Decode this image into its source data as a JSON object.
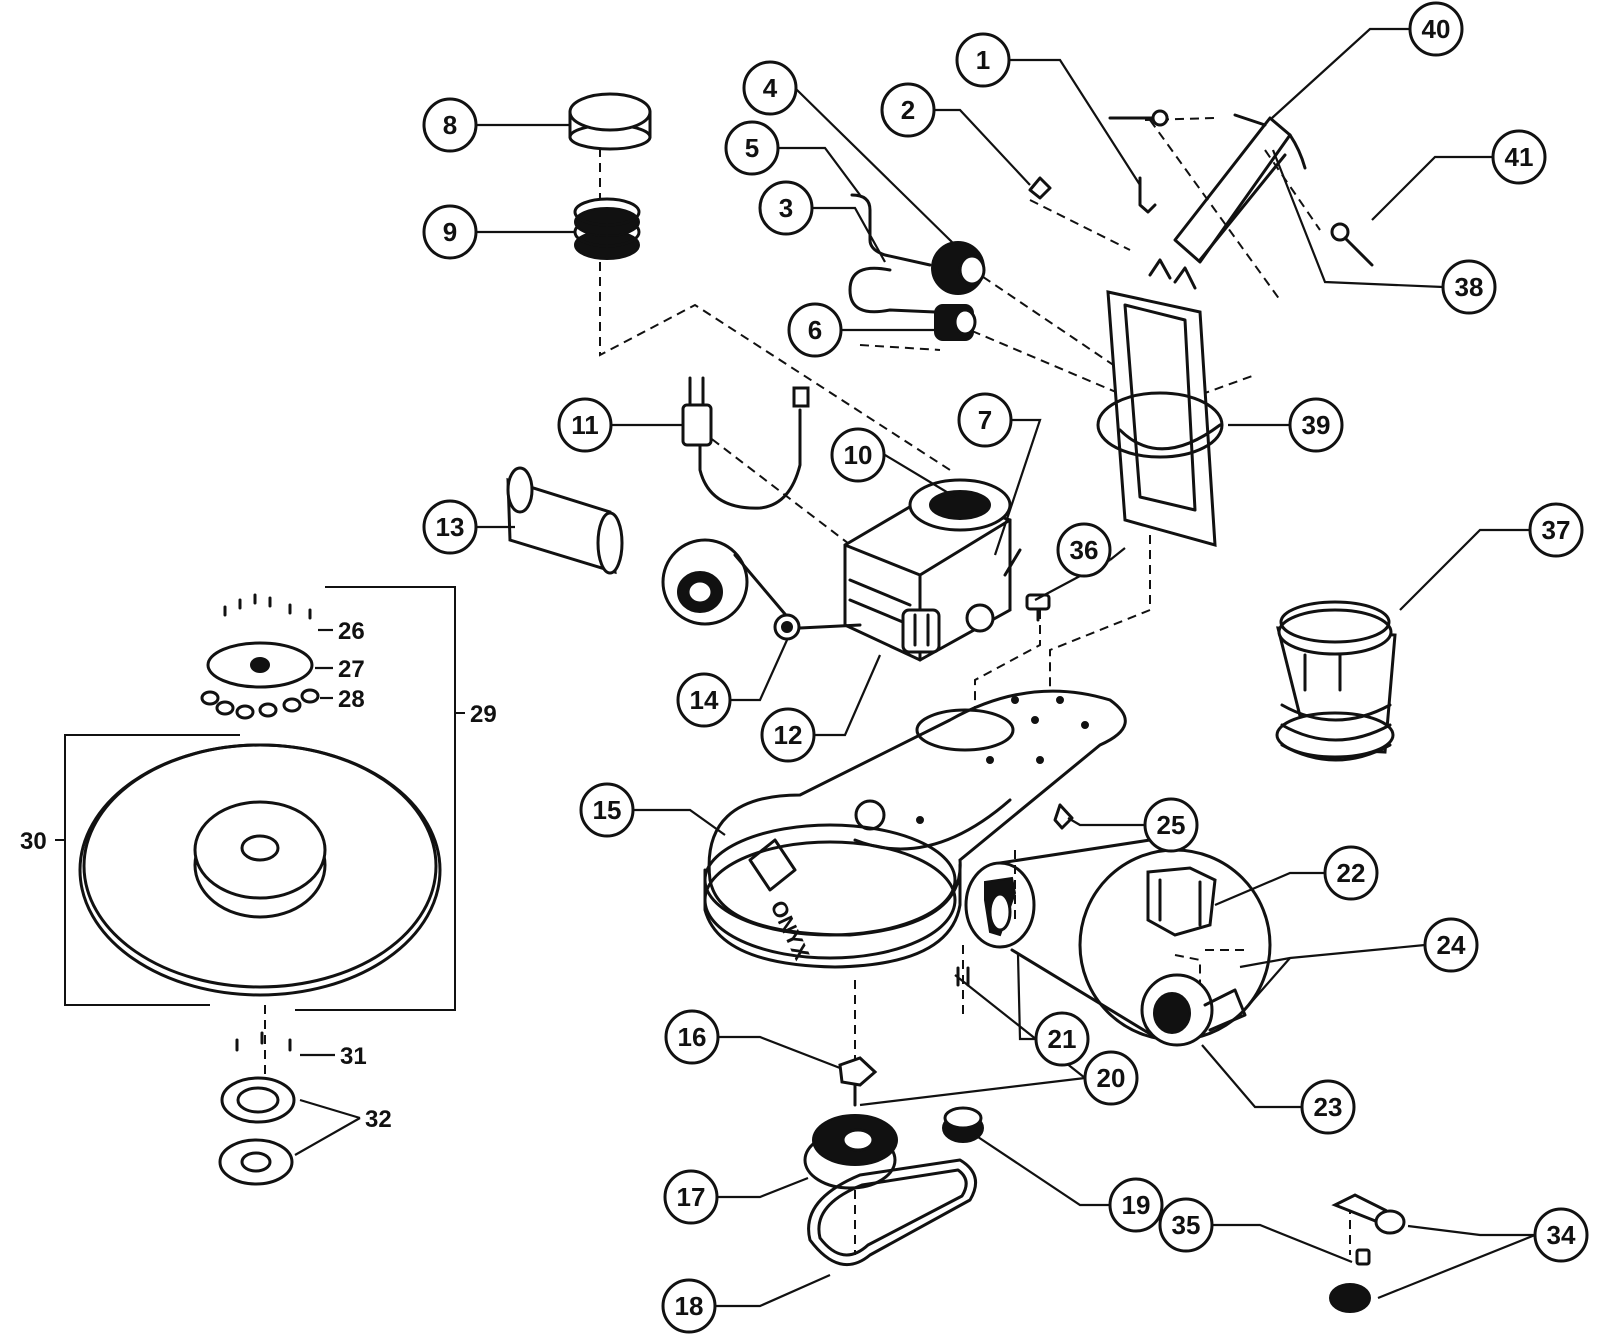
{
  "callouts": {
    "c1": "1",
    "c2": "2",
    "c3": "3",
    "c4": "4",
    "c5": "5",
    "c6": "6",
    "c7": "7",
    "c8": "8",
    "c9": "9",
    "c10": "10",
    "c11": "11",
    "c12": "12",
    "c13": "13",
    "c14": "14",
    "c15": "15",
    "c16": "16",
    "c17": "17",
    "c18": "18",
    "c19": "19",
    "c20": "20",
    "c21": "21",
    "c22": "22",
    "c23": "23",
    "c24": "24",
    "c25": "25",
    "c34": "34",
    "c35": "35",
    "c36": "36",
    "c37": "37",
    "c38": "38",
    "c39": "39",
    "c40": "40",
    "c41": "41"
  },
  "tags": {
    "t26": "26",
    "t27": "27",
    "t28": "28",
    "t29": "29",
    "t30": "30",
    "t31": "31",
    "t32": "32"
  },
  "logo_text": "ONYX"
}
